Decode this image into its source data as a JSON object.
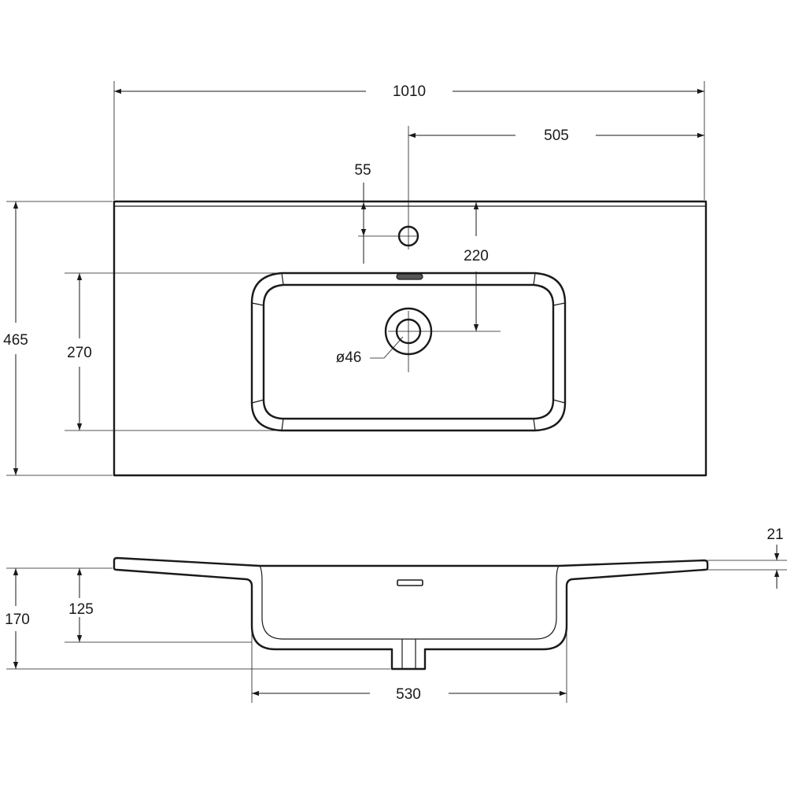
{
  "dimensions": {
    "overall_width": "1010",
    "half_width": "505",
    "tap_hole_offset": "55",
    "depth_to_drain": "220",
    "total_depth": "465",
    "bowl_depth": "270",
    "drain_diameter": "ø46",
    "rim_thickness": "21",
    "total_height": "170",
    "bowl_height": "125",
    "bowl_width": "530"
  }
}
